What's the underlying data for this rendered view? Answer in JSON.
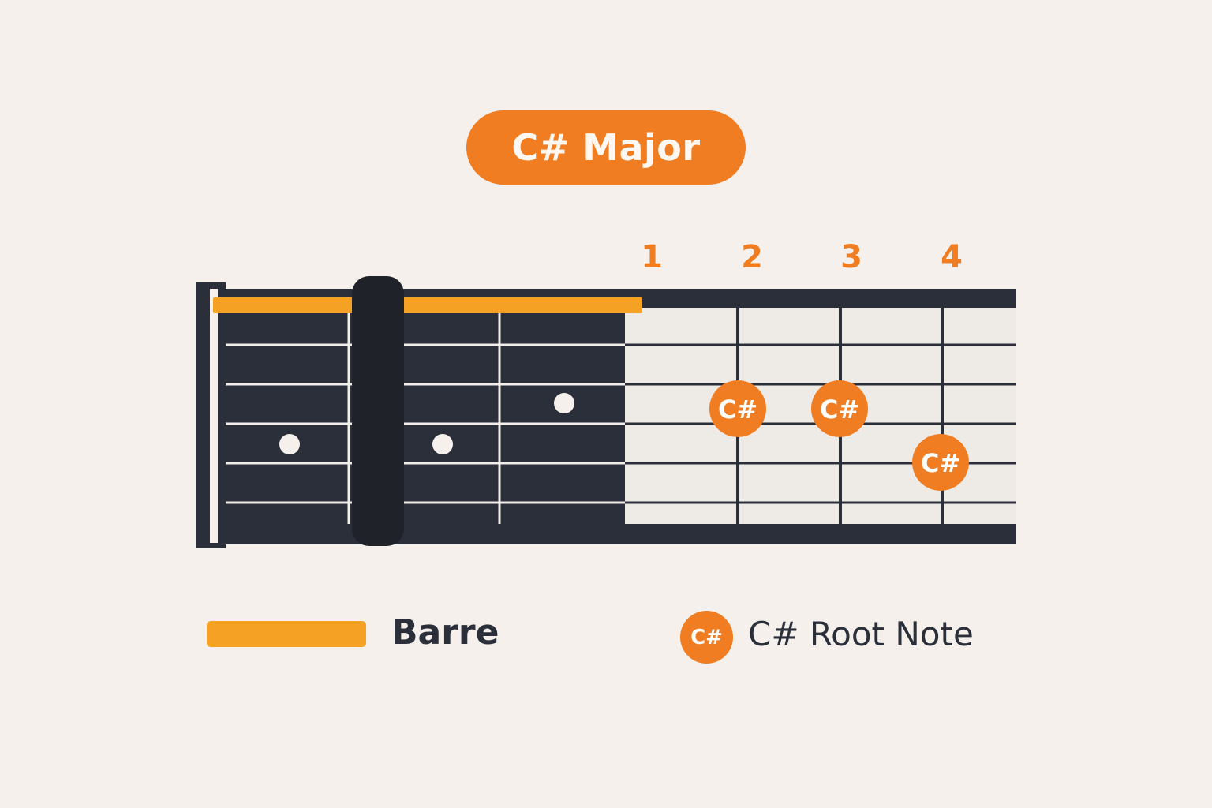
{
  "title": "C# Major",
  "fret_numbers": [
    "1",
    "2",
    "3",
    "4"
  ],
  "diagram": {
    "string_count": 6,
    "notes": [
      {
        "label": "C#",
        "string": 3,
        "fret": 1
      },
      {
        "label": "C#",
        "string": 3,
        "fret": 2
      },
      {
        "label": "C#",
        "string": 4,
        "fret": 3
      }
    ]
  },
  "legend": {
    "barre_label": "Barre",
    "root_label": "C# Root Note",
    "root_dot_label": "C#"
  },
  "colors": {
    "accent": "#f07d22",
    "barre": "#f4a124",
    "fretboard_dark": "#2b2f3a",
    "fretboard_light": "#eeeae6",
    "background": "#f5f0ec"
  }
}
